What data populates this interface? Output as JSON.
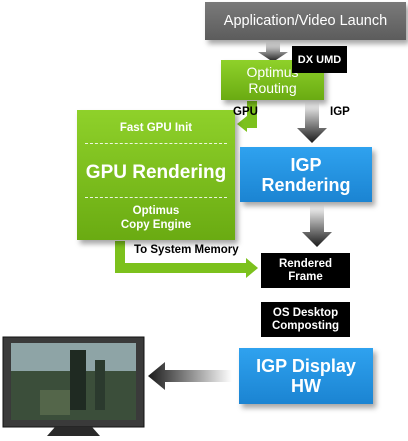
{
  "nodes": {
    "app_launch": "Application/Video Launch",
    "dx_umd": "DX UMD",
    "optimus_routing": [
      "Optimus",
      "Routing"
    ],
    "fast_gpu_init": "Fast GPU Init",
    "gpu_rendering": "GPU Rendering",
    "copy_engine": [
      "Optimus",
      "Copy Engine"
    ],
    "igp_rendering": [
      "IGP",
      "Rendering"
    ],
    "rendered_frame": [
      "Rendered",
      "Frame"
    ],
    "os_desktop": [
      "OS Desktop",
      "Composting"
    ],
    "igp_display": [
      "IGP Display",
      "HW"
    ]
  },
  "edges": {
    "gpu_label": "GPU",
    "igp_label": "IGP",
    "to_system_memory": "To System Memory"
  },
  "colors": {
    "green": "#7cc11d",
    "blue": "#2593e0",
    "gray": "#666666",
    "black": "#000000"
  },
  "icons": {
    "monitor": "monitor-icon"
  }
}
